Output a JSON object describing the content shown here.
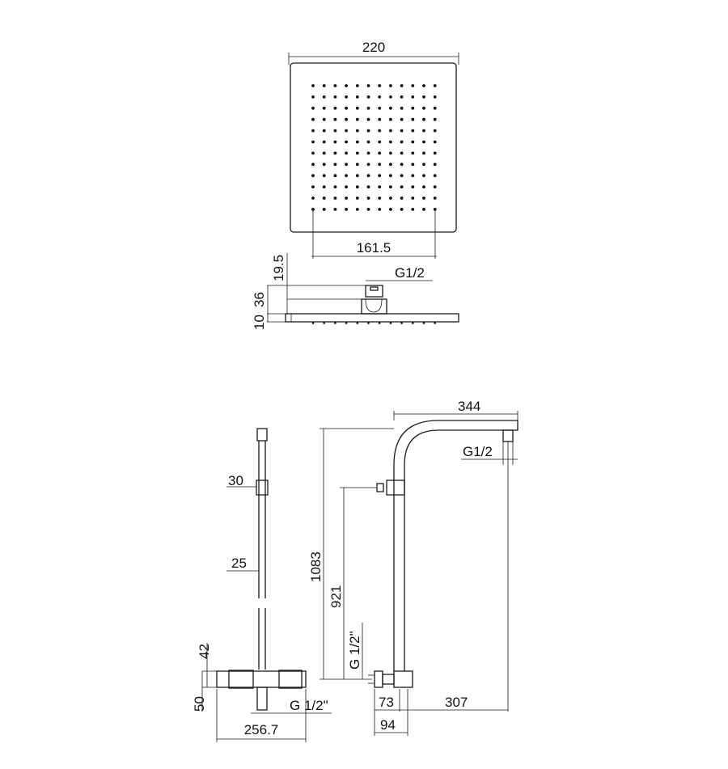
{
  "drawing": {
    "top_view": {
      "width_label": "220",
      "spray_label": "161.5"
    },
    "side_view": {
      "thread_label": "G1/2",
      "dim_19_5": "19.5",
      "dim_36": "36",
      "dim_10": "10"
    },
    "column_side": {
      "dim_30": "30",
      "dim_25": "25",
      "dim_42": "42",
      "dim_50": "50",
      "thread_label": "G 1/2\"",
      "width_label": "256.7"
    },
    "column_front": {
      "reach_label": "344",
      "thread_top": "G1/2",
      "height_label": "1083",
      "outlet_height": "921",
      "thread_side": "G 1/2\"",
      "dim_73": "73",
      "dim_94": "94",
      "dim_307": "307"
    }
  }
}
